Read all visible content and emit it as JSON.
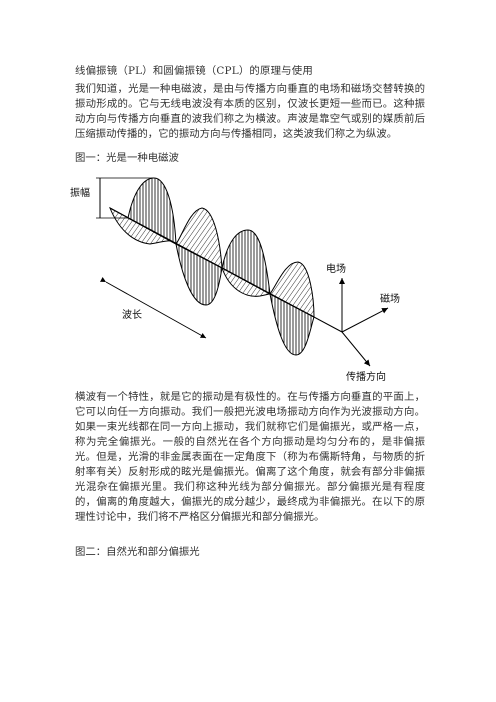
{
  "doc": {
    "title": "线偏振镜（PL）和圆偏振镜（CPL）的原理与使用",
    "paragraph1": "我们知道，光是一种电磁波，是由与传播方向垂直的电场和磁场交替转换的振动形成的。它与无线电波没有本质的区别，仅波长更短一些而已。这种振动方向与传播方向垂直的波我们称之为横波。声波是靠空气或别的媒质前后压缩振动传播的，它的振动方向与传播相同，这类波我们称之为纵波。",
    "figure1_caption": "图一：光是一种电磁波",
    "paragraph2": "横波有一个特性，就是它的振动是有极性的。在与传播方向垂直的平面上，它可以向任一方向振动。我们一般把光波电场振动方向作为光波振动方向。如果一束光线都在同一方向上振动，我们就称它们是偏振光，或严格一点，称为完全偏振光。一般的自然光在各个方向振动是均匀分布的，是非偏振光。但是，光滑的非金属表面在一定角度下（称为布儒斯特角，与物质的折射率有关）反射形成的眩光是偏振光。偏离了这个角度，就会有部分非偏振光混杂在偏振光里。我们称这种光线为部分偏振光。部分偏振光是有程度的，偏离的角度越大，偏振光的成分越少，最终成为非偏振光。在以下的原理性讨论中，我们将不严格区分偏振光和部分偏振光。",
    "figure2_caption": "图二：自然光和部分偏振光"
  },
  "figure1": {
    "label_amplitude": "振幅",
    "label_wavelength": "波长",
    "label_electric": "电场",
    "label_magnetic": "磁场",
    "label_direction": "传播方向"
  }
}
